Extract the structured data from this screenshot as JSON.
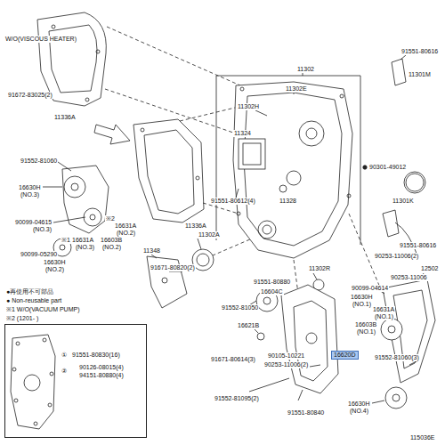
{
  "diagram": {
    "nodes": [
      {
        "text": [
          "①",
          "91551-80830(16)",
          "②",
          "90126-08015(4)",
          "94151-80880(4)"
        ]
      }
    ],
    "labels": [
      "W/O(VISCOUS HEATER)",
      "91672-83025(2)",
      "11336A",
      "91552-81060",
      "16630H",
      "(NO.3)",
      "90099-04615",
      "(NO.3)",
      "※2",
      "16631A",
      "(NO.2)",
      "※1",
      "16631A",
      "(NO.3)",
      "16603B",
      "(NO.2)",
      "90099-05290",
      "16630H",
      "(NO.2)",
      "11336A",
      "11302A",
      "11348",
      "91671-80820(2)",
      "●再使用不可部品",
      "● Non-reusable part",
      "※1 W/O(VACUUM PUMP)",
      "※2 (1201- )",
      "11302",
      "11302E",
      "11302H",
      "11324",
      "91551-80612(4)",
      "11328",
      "91551-80616",
      "11301M",
      "90301-49012",
      "11301K",
      "91551-80616",
      "90253-11006(2)",
      "12502",
      "11302R",
      "90253-11006",
      "91551-80880",
      "90099-04614",
      "16604C",
      "16630H",
      "(NO.1)",
      "16631A",
      "(NO.1)",
      "91552-81050",
      "16603B",
      "(NO.1)",
      "16621B",
      "91671-80614(3)",
      "90105-10221",
      "90253-11006(2)",
      "16620D",
      "91552-81060(3)",
      "91552-81095(2)",
      "91551-80840",
      "16630H",
      "(NO.4)",
      "115036E"
    ]
  }
}
